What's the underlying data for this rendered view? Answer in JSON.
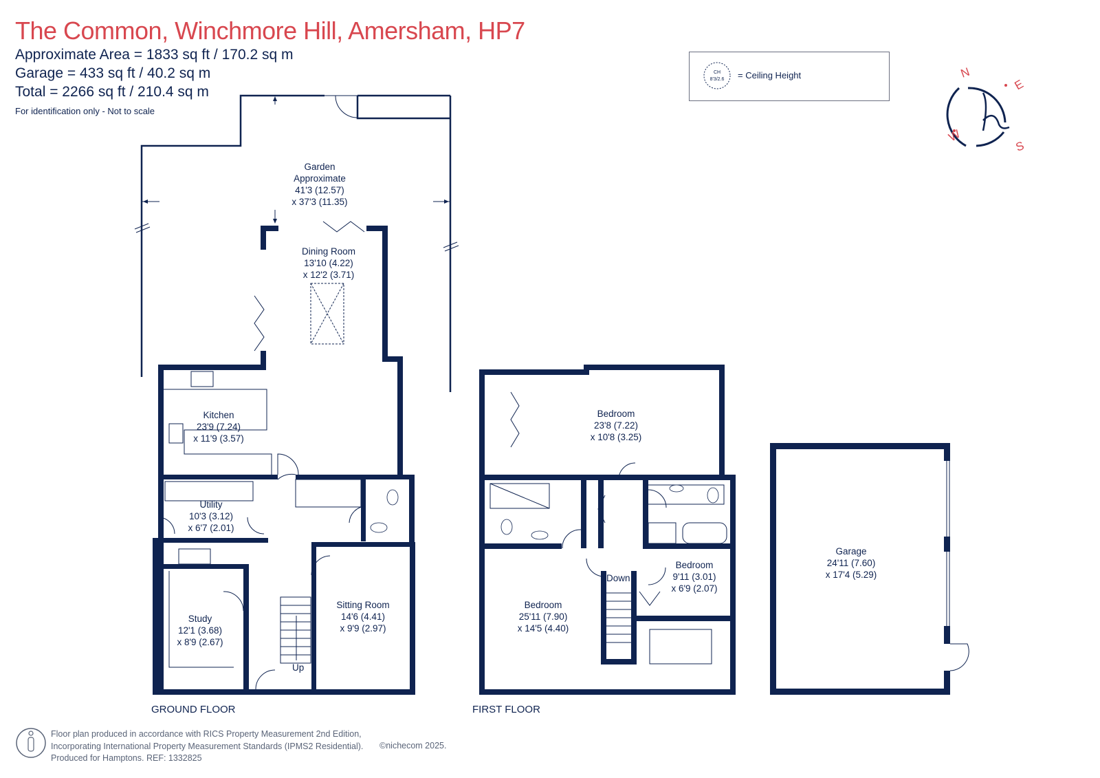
{
  "header": {
    "title": "The Common, Winchmore Hill, Amersham, HP7",
    "area_line": "Approximate Area = 1833 sq ft / 170.2 sq m",
    "garage_line": "Garage = 433 sq ft / 40.2 sq m",
    "total_line": "Total = 2266 sq ft / 210.4 sq m",
    "note": "For identification only - Not to scale"
  },
  "legend": {
    "symbol_top": "CH",
    "symbol_bottom": "8'3/2.6",
    "text": "= Ceiling Height"
  },
  "compass": {
    "n": "N",
    "e": "E",
    "s": "S",
    "w": "W"
  },
  "rooms": {
    "garden": {
      "name": "Garden",
      "sub": "Approximate",
      "dim1": "41'3 (12.57)",
      "dim2": "x 37'3 (11.35)"
    },
    "dining": {
      "name": "Dining Room",
      "dim1": "13'10 (4.22)",
      "dim2": "x 12'2 (3.71)"
    },
    "kitchen": {
      "name": "Kitchen",
      "dim1": "23'9 (7.24)",
      "dim2": "x 11'9 (3.57)"
    },
    "utility": {
      "name": "Utility",
      "dim1": "10'3 (3.12)",
      "dim2": "x 6'7 (2.01)"
    },
    "study": {
      "name": "Study",
      "dim1": "12'1 (3.68)",
      "dim2": "x 8'9 (2.67)"
    },
    "sitting": {
      "name": "Sitting Room",
      "dim1": "14'6 (4.41)",
      "dim2": "x 9'9 (2.97)"
    },
    "bedroom1": {
      "name": "Bedroom",
      "dim1": "23'8 (7.22)",
      "dim2": "x 10'8 (3.25)"
    },
    "bedroom2": {
      "name": "Bedroom",
      "dim1": "25'11 (7.90)",
      "dim2": "x 14'5 (4.40)"
    },
    "bedroom3": {
      "name": "Bedroom",
      "dim1": "9'11 (3.01)",
      "dim2": "x 6'9 (2.07)"
    },
    "garage": {
      "name": "Garage",
      "dim1": "24'11 (7.60)",
      "dim2": "x 17'4 (5.29)"
    }
  },
  "stairs": {
    "up": "Up",
    "down": "Down"
  },
  "floors": {
    "ground": "GROUND FLOOR",
    "first": "FIRST FLOOR"
  },
  "footer": {
    "line1": "Floor plan produced in accordance with RICS Property Measurement 2nd Edition,",
    "line2": "Incorporating International Property Measurement Standards (IPMS2 Residential).",
    "line3": "Produced for Hamptons.   REF:  1332825",
    "copyright": "©nichecom 2025."
  },
  "colors": {
    "title": "#d8474f",
    "walls": "#0f2350",
    "compass": "#d8474f"
  }
}
